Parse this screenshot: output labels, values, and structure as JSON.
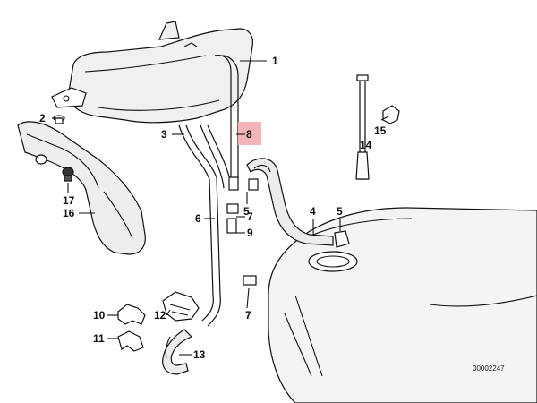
{
  "diagram": {
    "reference_number": "00002247",
    "highlight_color": "#f4b4b8",
    "highlighted_part": "8",
    "callouts": {
      "c1": "1",
      "c2": "2",
      "c3": "3",
      "c4": "4",
      "c5a": "5",
      "c5b": "5",
      "c6": "6",
      "c7a": "7",
      "c7b": "7",
      "c8": "8",
      "c9": "9",
      "c10": "10",
      "c11": "11",
      "c12": "12",
      "c13": "13",
      "c14": "14",
      "c15": "15",
      "c16": "16",
      "c17": "17"
    }
  }
}
